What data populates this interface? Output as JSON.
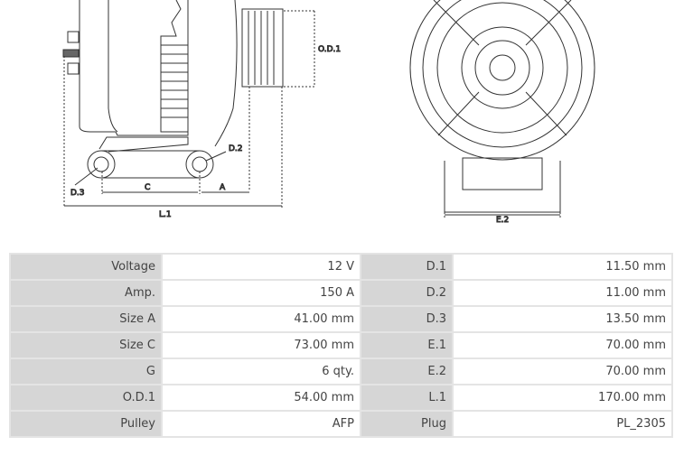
{
  "drawing_labels": {
    "od1": "O.D.1",
    "d2": "D.2",
    "d3": "D.3",
    "c": "C",
    "a": "A",
    "l1": "L.1",
    "e2": "E.2"
  },
  "specs": [
    {
      "label": "Voltage",
      "value": "12 V",
      "label2": "D.1",
      "value2": "11.50 mm"
    },
    {
      "label": "Amp.",
      "value": "150 A",
      "label2": "D.2",
      "value2": "11.00 mm"
    },
    {
      "label": "Size A",
      "value": "41.00 mm",
      "label2": "D.3",
      "value2": "13.50 mm"
    },
    {
      "label": "Size C",
      "value": "73.00 mm",
      "label2": "E.1",
      "value2": "70.00 mm"
    },
    {
      "label": "G",
      "value": "6 qty.",
      "label2": "E.2",
      "value2": "70.00 mm"
    },
    {
      "label": "O.D.1",
      "value": "54.00 mm",
      "label2": "L.1",
      "value2": "170.00 mm"
    },
    {
      "label": "Pulley",
      "value": "AFP",
      "label2": "Plug",
      "value2": "PL_2305"
    }
  ]
}
